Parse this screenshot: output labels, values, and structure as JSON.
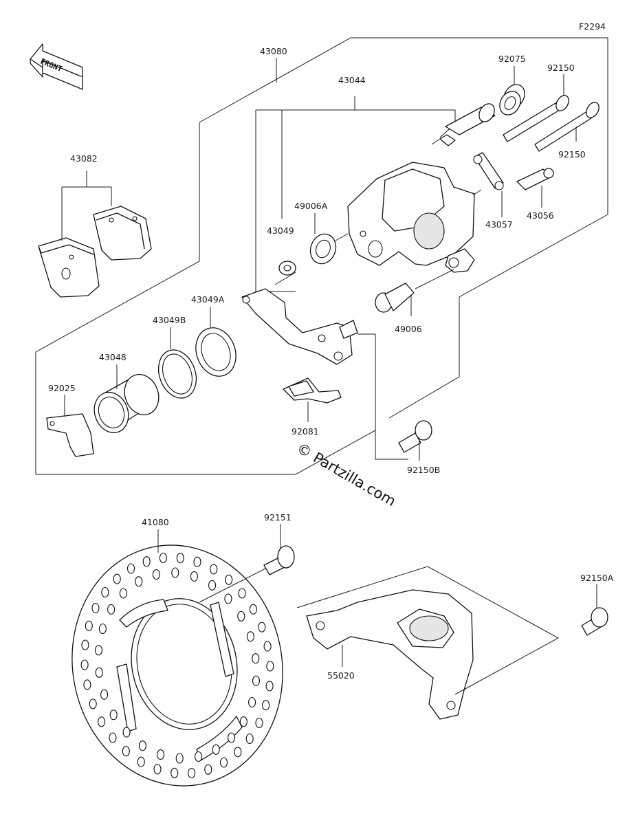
{
  "diagram_code": "F2294",
  "front_label": "FRONT",
  "watermark": "© Partzilla.com",
  "labels": {
    "p43080": "43080",
    "p43044": "43044",
    "p92075": "92075",
    "p92150_top": "92150",
    "p92150_right": "92150",
    "p43082": "43082",
    "p43049": "43049",
    "p49006A": "49006A",
    "p43057": "43057",
    "p43056": "43056",
    "p43049A": "43049A",
    "p43049B": "43049B",
    "p43048": "43048",
    "p49006": "49006",
    "p92025": "92025",
    "p92081": "92081",
    "p92150B": "92150B",
    "p41080": "41080",
    "p92151": "92151",
    "p92150A": "92150A",
    "p55020": "55020"
  }
}
